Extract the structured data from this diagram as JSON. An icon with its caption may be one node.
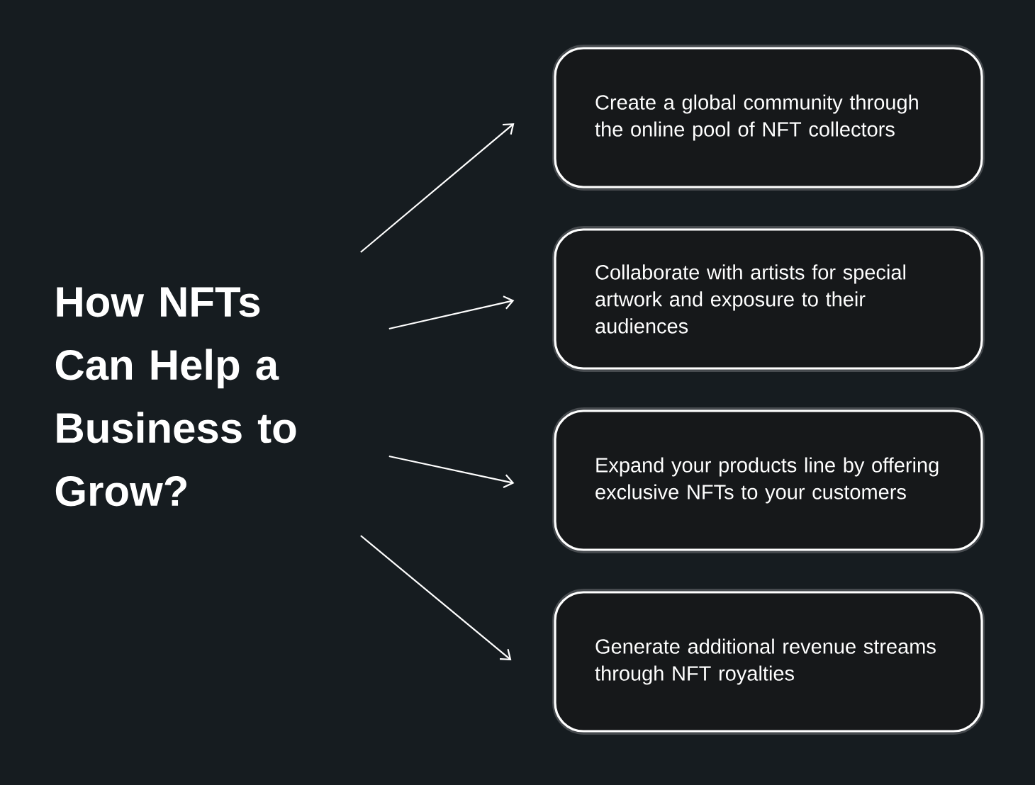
{
  "diagram": {
    "nodes": [
      {
        "text": [
          "How NFTs Can Help a Business to Grow?"
        ]
      },
      {
        "text": [
          "Create a global community through the online pool of NFT collectors"
        ]
      },
      {
        "text": [
          "Collaborate with artists for special artwork and exposure to their audiences"
        ]
      },
      {
        "text": [
          "Expand your products line by offering exclusive NFTs to your customers"
        ]
      },
      {
        "text": [
          "Generate additional revenue streams through NFT royalties"
        ]
      }
    ],
    "edges": [
      {
        "from": 0,
        "to": 1,
        "arrow": "to"
      },
      {
        "from": 0,
        "to": 2,
        "arrow": "to"
      },
      {
        "from": 0,
        "to": 3,
        "arrow": "to"
      },
      {
        "from": 0,
        "to": 4,
        "arrow": "to"
      }
    ]
  }
}
